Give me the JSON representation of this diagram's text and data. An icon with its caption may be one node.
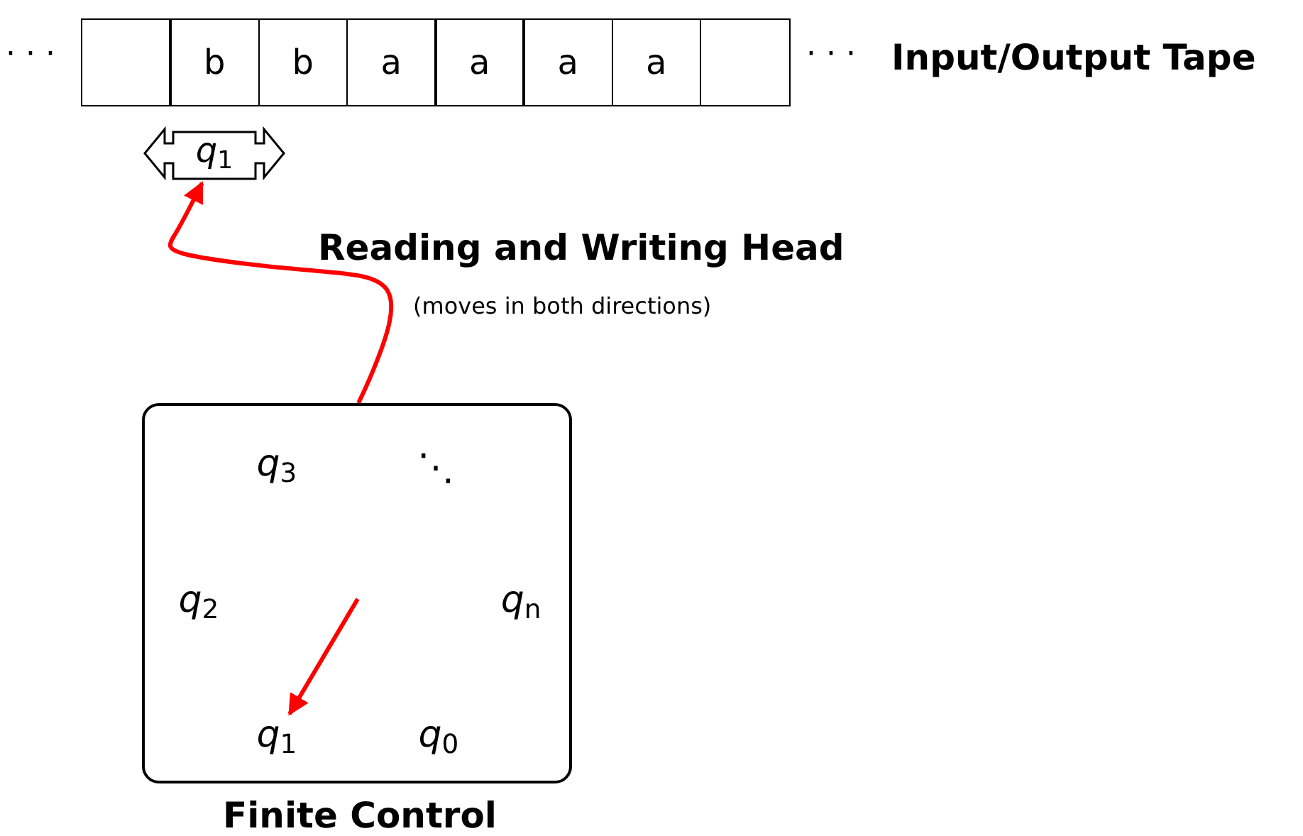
{
  "diagram": {
    "nodes": [
      {
        "text": [],
        "shape": "box"
      },
      {
        "text": [
          "b"
        ]
      },
      {
        "text": [
          "b"
        ]
      },
      {
        "text": [
          "a"
        ]
      },
      {
        "text": [
          "a"
        ]
      },
      {
        "text": [
          "a"
        ]
      },
      {
        "text": [
          "a"
        ]
      },
      {
        "text": [],
        "shape": "box"
      },
      {
        "text": [
          "*q*$_{1}$"
        ]
      },
      {
        "text": [
          "Finite Control"
        ]
      },
      {
        "text": [
          "*q*$_{3}$"
        ],
        "in": 9
      },
      {
        "text": [
          "⋱"
        ],
        "in": 9
      },
      {
        "text": [
          "*q*$_{2}$"
        ],
        "in": 9
      },
      {
        "text": [
          "*q*$_{n}$"
        ],
        "in": 9
      },
      {
        "text": [
          "*q*$_{1}$"
        ],
        "in": 9
      },
      {
        "text": [
          "*q*$_{0}$"
        ],
        "in": 9
      }
    ],
    "edges": [
      {
        "from": 9,
        "to": 8,
        "arrow": "to"
      },
      {
        "from": null,
        "to": 14,
        "arrow": "to"
      }
    ],
    "labels": [
      "· · ·",
      "· · ·",
      "Input/Output Tape",
      "Reading and Writing Head",
      "(moves in both directions)"
    ]
  }
}
